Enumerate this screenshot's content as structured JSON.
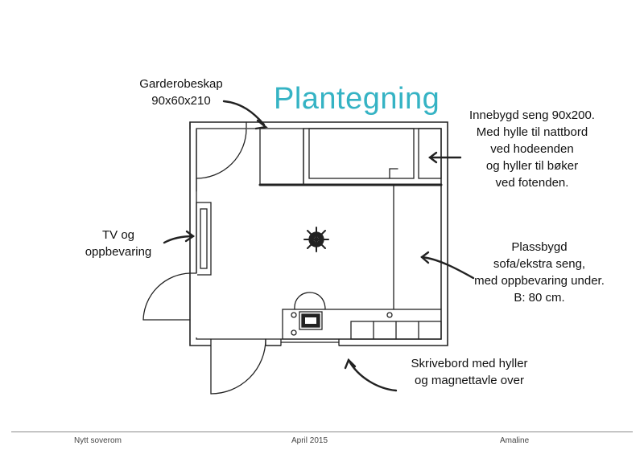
{
  "title": "Plantegning",
  "labels": {
    "wardrobe": [
      "Garderobeskap",
      "90x60x210"
    ],
    "bed": [
      "Innebygd seng 90x200.",
      "Med hylle til nattbord",
      "ved hodeenden",
      "og hyller til bøker",
      "ved fotenden."
    ],
    "tv": [
      "TV og",
      "oppbevaring"
    ],
    "sofa": [
      "Plassbygd",
      "sofa/ekstra seng,",
      "med oppbevaring under.",
      "B: 80 cm."
    ],
    "desk": [
      "Skrivebord med hyller",
      "og magnettavle over"
    ]
  },
  "footer": {
    "left": "Nytt soverom",
    "center": "April 2015",
    "right": "Amaline"
  },
  "colors": {
    "title": "#35b3c4",
    "lines": "#222222"
  },
  "icons": [
    "ceiling-lamp-icon",
    "chair-icon",
    "arrow-icon"
  ]
}
